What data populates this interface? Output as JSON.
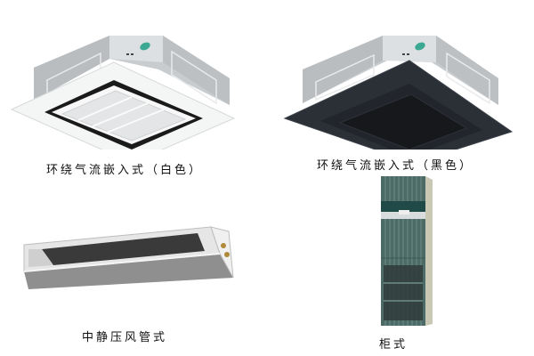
{
  "products": [
    {
      "id": "cassette-white",
      "caption": "环绕气流嵌入式（白色）",
      "panel_color": "#f4f5f5",
      "grille_color": "#e3e5e6",
      "accent_color": "#1a1a1a"
    },
    {
      "id": "cassette-black",
      "caption": "环绕气流嵌入式（黑色）",
      "panel_color": "#2b2f36",
      "grille_color": "#1c1e22",
      "accent_color": "#111317"
    },
    {
      "id": "ducted",
      "caption": "中静压风管式",
      "body_color": "#8c8c8c",
      "grille_color": "#3a3a3a"
    },
    {
      "id": "floor-standing",
      "caption": "柜式",
      "body_color": "#4d6b66",
      "side_color": "#c9c8b4",
      "grille_color": "#2f3b3a"
    }
  ],
  "colors": {
    "housing": "#c9ccce",
    "housing_dark": "#a9adb0",
    "logo": "#3aa893"
  }
}
